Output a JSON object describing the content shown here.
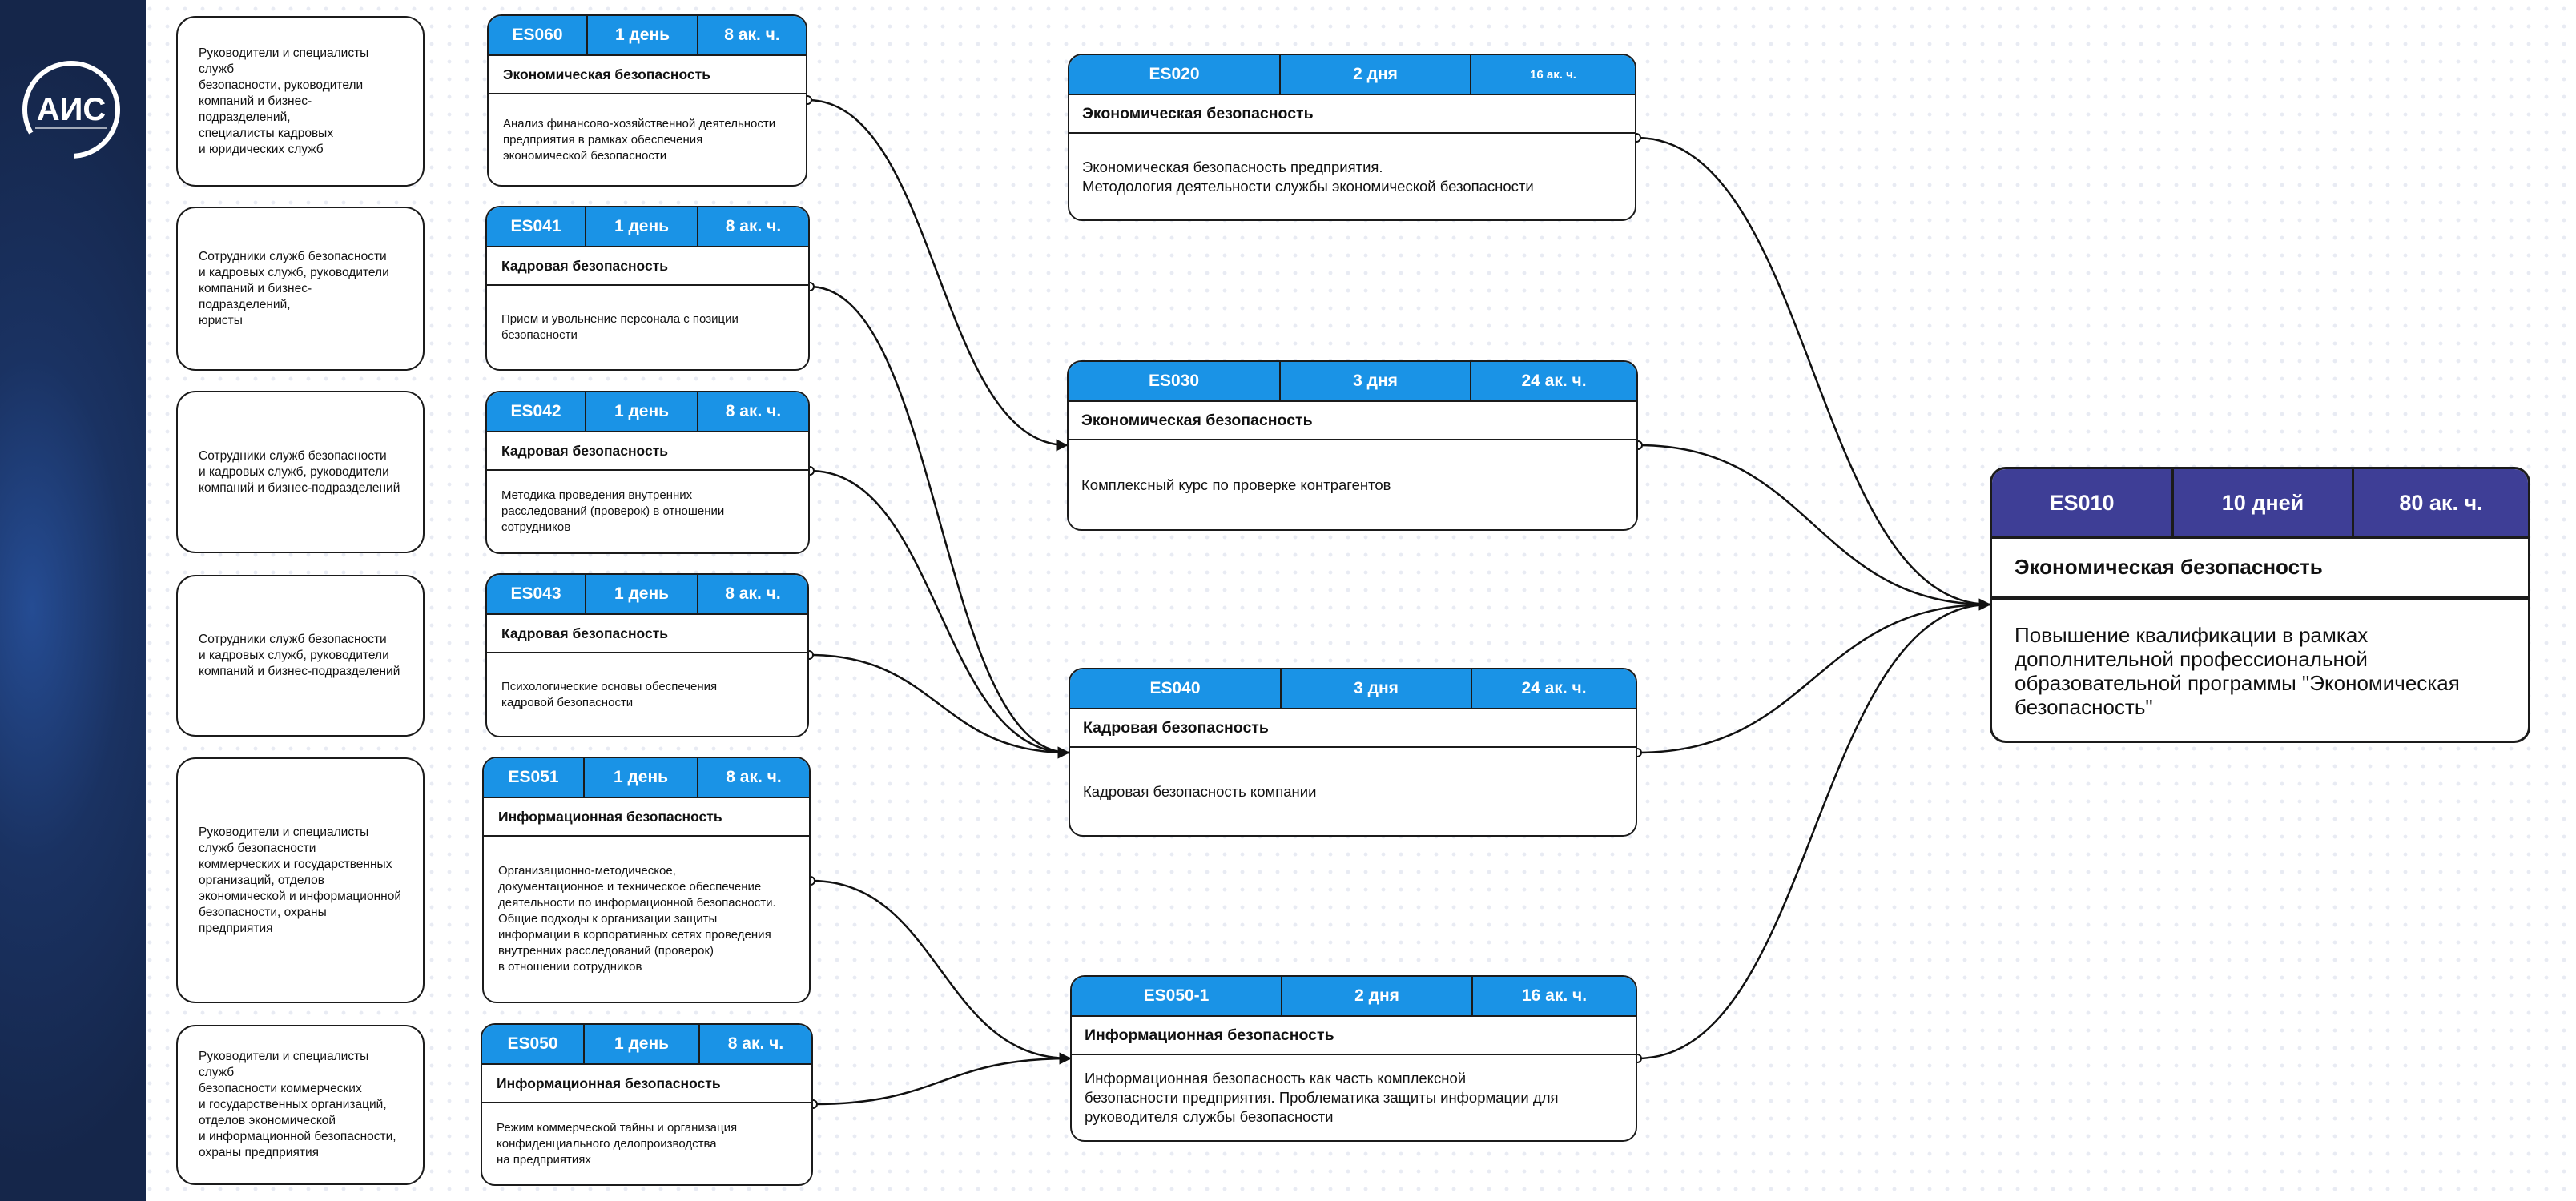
{
  "logo": {
    "text": "АИС"
  },
  "audiences": [
    {
      "id": "a1",
      "text": "Руководители и специалисты служб\nбезопасности, руководители\nкомпаний и бизнес-подразделений,\nспециалисты кадровых\nи юридических служб"
    },
    {
      "id": "a2",
      "text": "Сотрудники служб безопасности\nи кадровых служб, руководители\nкомпаний и бизнес-подразделений,\nюристы"
    },
    {
      "id": "a3",
      "text": "Сотрудники служб безопасности\nи кадровых служб, руководители\nкомпаний и бизнес-подразделений"
    },
    {
      "id": "a4",
      "text": "Сотрудники служб безопасности\nи кадровых служб, руководители\nкомпаний и бизнес-подразделений"
    },
    {
      "id": "a5",
      "text": "Руководители и специалисты\nслужб безопасности\nкоммерческих и государственных\nорганизаций, отделов\nэкономической и информационной\nбезопасности, охраны предприятия"
    },
    {
      "id": "a6",
      "text": "Руководители и специалисты служб\nбезопасности коммерческих\nи государственных организаций,\nотделов экономической\nи информационной безопасности,\nохраны предприятия"
    }
  ],
  "courses": [
    {
      "code": "ES060",
      "duration": "1 день",
      "hours": "8 ак. ч.",
      "title": "Экономическая безопасность",
      "description": "Анализ финансово-хозяйственной деятельности\nпредприятия в рамках обеспечения\nэкономической безопасности"
    },
    {
      "code": "ES041",
      "duration": "1 день",
      "hours": "8 ак. ч.",
      "title": "Кадровая безопасность",
      "description": "Прием и увольнение персонала с позиции\nбезопасности"
    },
    {
      "code": "ES042",
      "duration": "1 день",
      "hours": "8 ак. ч.",
      "title": "Кадровая безопасность",
      "description": "Методика проведения внутренних\nрасследований (проверок) в отношении\nсотрудников"
    },
    {
      "code": "ES043",
      "duration": "1 день",
      "hours": "8 ак. ч.",
      "title": "Кадровая безопасность",
      "description": "Психологические основы обеспечения\nкадровой безопасности"
    },
    {
      "code": "ES051",
      "duration": "1 день",
      "hours": "8 ак. ч.",
      "title": "Информационная безопасность",
      "description": "Организационно-методическое,\nдокументационное и техническое обеспечение\nдеятельности по информационной безопасности.\nОбщие подходы к организации защиты\nинформации в корпоративных сетях проведения\nвнутренних расследований (проверок)\nв отношении сотрудников"
    },
    {
      "code": "ES050",
      "duration": "1 день",
      "hours": "8 ак. ч.",
      "title": "Информационная безопасность",
      "description": "Режим коммерческой тайны и организация\nконфиденциального делопроизводства\nна предприятиях"
    },
    {
      "code": "ES020",
      "duration": "2 дня",
      "hours": "16 ак. ч.",
      "title": "Экономическая безопасность",
      "description": "Экономическая безопасность предприятия.\n Методология деятельности службы экономической безопасности"
    },
    {
      "code": "ES030",
      "duration": "3 дня",
      "hours": "24 ак. ч.",
      "title": "Экономическая безопасность",
      "description": "Комплексный курс по проверке контрагентов"
    },
    {
      "code": "ES040",
      "duration": "3 дня",
      "hours": "24 ак. ч.",
      "title": "Кадровая безопасность",
      "description": "Кадровая безопасность компании"
    },
    {
      "code": "ES050-1",
      "duration": "2 дня",
      "hours": "16 ак. ч.",
      "title": "Информационная безопасность",
      "description": "Информационная безопасность как часть комплексной\nбезопасности предприятия. Проблематика защиты информации для\nруководителя службы безопасности"
    },
    {
      "code": "ES010",
      "duration": "10 дней",
      "hours": "80 ак. ч.",
      "title": "Экономическая безопасность",
      "description": "Повышение квалификации в рамках\nдополнительной профессиональной\nобразовательной программы \"Экономическая\nбезопасность\""
    }
  ],
  "connections": [
    {
      "from": "ES060",
      "to": "ES030"
    },
    {
      "from": "ES041",
      "to": "ES040"
    },
    {
      "from": "ES042",
      "to": "ES040"
    },
    {
      "from": "ES043",
      "to": "ES040"
    },
    {
      "from": "ES051",
      "to": "ES050-1"
    },
    {
      "from": "ES050",
      "to": "ES050-1"
    },
    {
      "from": "ES020",
      "to": "ES010"
    },
    {
      "from": "ES030",
      "to": "ES010"
    },
    {
      "from": "ES040",
      "to": "ES010"
    },
    {
      "from": "ES050-1",
      "to": "ES010"
    }
  ],
  "colors": {
    "header": "#1a93e6",
    "final_header": "#3e3e96",
    "border": "#1b1b1b",
    "sidebar": "#1a3262"
  }
}
